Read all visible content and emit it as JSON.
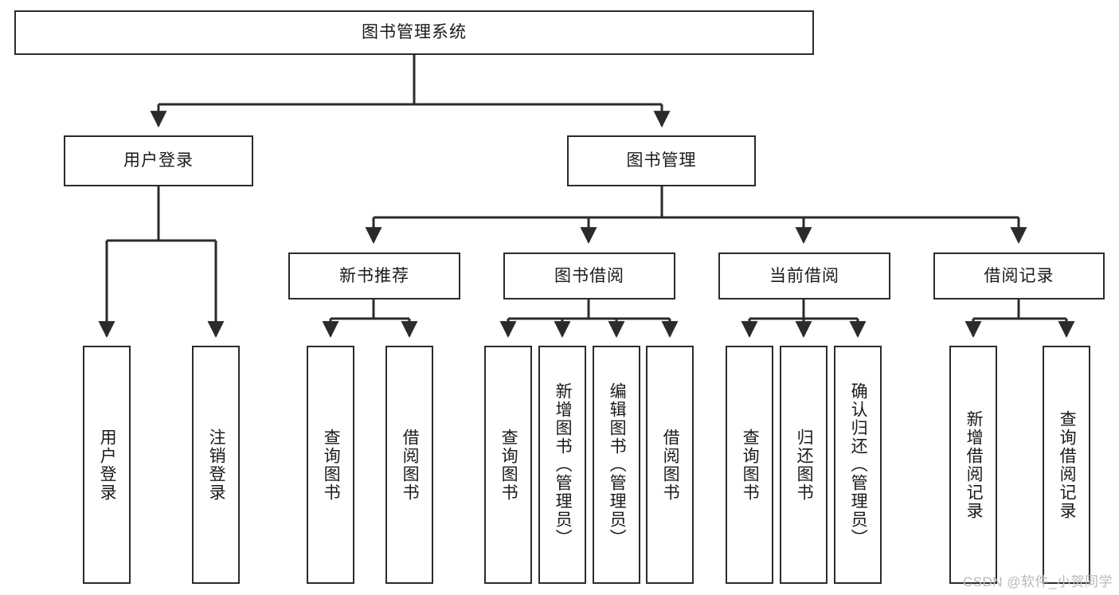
{
  "diagram": {
    "title": "图书管理系统",
    "type": "tree-hierarchy",
    "watermark": "CSDN @软件_小贺同学",
    "colors": {
      "stroke": "#2b2b2b",
      "fill": "#ffffff",
      "text": "#1a1a1a",
      "watermark": "#b9b9b9"
    },
    "levels": {
      "root": {
        "label": "图书管理系统"
      },
      "level2": [
        {
          "label": "用户登录"
        },
        {
          "label": "图书管理"
        }
      ],
      "level3": [
        {
          "label": "新书推荐"
        },
        {
          "label": "图书借阅"
        },
        {
          "label": "当前借阅"
        },
        {
          "label": "借阅记录"
        }
      ],
      "leaves": {
        "user_login": [
          {
            "label": "用户登录"
          },
          {
            "label": "注销登录"
          }
        ],
        "new_book": [
          {
            "label": "查询图书"
          },
          {
            "label": "借阅图书"
          }
        ],
        "book_borrow": [
          {
            "label": "查询图书"
          },
          {
            "label": "新增图书（管理员）"
          },
          {
            "label": "编辑图书（管理员）"
          },
          {
            "label": "借阅图书"
          }
        ],
        "current_borrow": [
          {
            "label": "查询图书"
          },
          {
            "label": "归还图书"
          },
          {
            "label": "确认归还（管理员）"
          }
        ],
        "borrow_record": [
          {
            "label": "新增借阅记录"
          },
          {
            "label": "查询借阅记录"
          }
        ]
      }
    }
  }
}
